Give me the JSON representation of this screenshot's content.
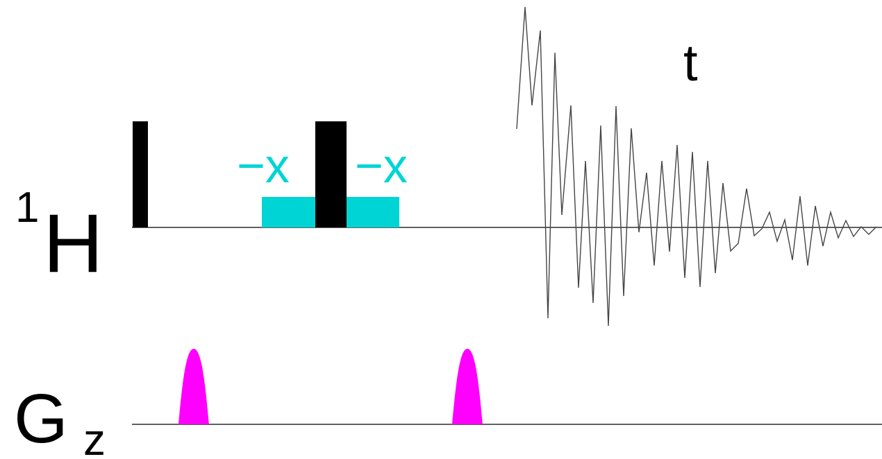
{
  "channels": {
    "proton": {
      "label_sup": "1",
      "label_main": "H"
    },
    "gradient": {
      "label_main": "G",
      "label_sub": "z"
    }
  },
  "acquisition": {
    "label": "t"
  },
  "phases": {
    "before": "−x",
    "after": "−x"
  },
  "colors": {
    "hard_pulse": "#000000",
    "spinlock": "#00d4d4",
    "phase_text": "#00d4d4",
    "gradient_pulse": "#ff00ff",
    "baseline": "#000000",
    "fid": "#444444"
  }
}
